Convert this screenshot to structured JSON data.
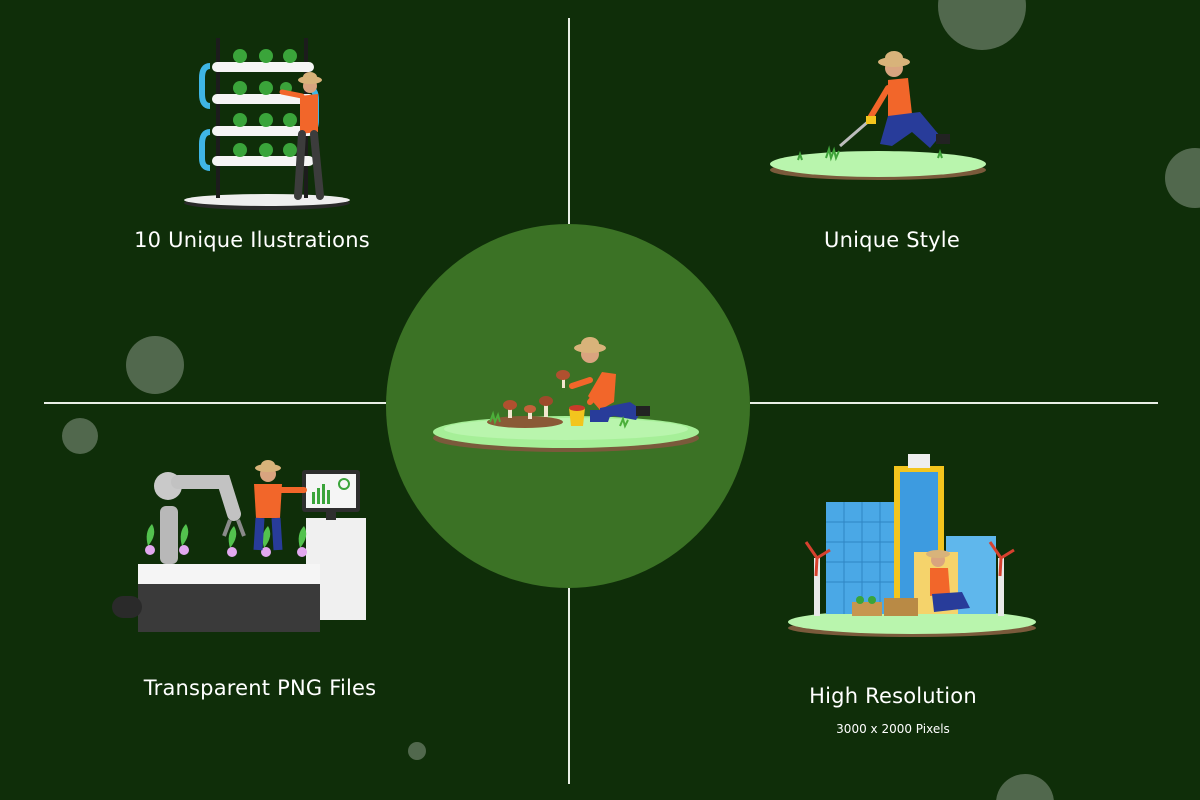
{
  "features": {
    "top_left": {
      "label": "10 Unique Ilustrations",
      "illustration": "hydroponic-farming-icon"
    },
    "top_right": {
      "label": "Unique Style",
      "illustration": "gardener-cutting-grass-icon"
    },
    "bottom_left": {
      "label": "Transparent PNG Files",
      "illustration": "robotic-farming-icon"
    },
    "bottom_right": {
      "label": "High Resolution",
      "sublabel": "3000 x 2000 Pixels",
      "illustration": "urban-farming-city-icon"
    },
    "center": {
      "illustration": "gardener-planting-mushrooms-icon"
    }
  },
  "colors": {
    "background": "#0f2e09",
    "center_circle": "#3b7225",
    "divider": "#e9efe6",
    "accent_orange": "#f2662a",
    "accent_blue": "#283c9a",
    "grass": "#a6ef98"
  }
}
